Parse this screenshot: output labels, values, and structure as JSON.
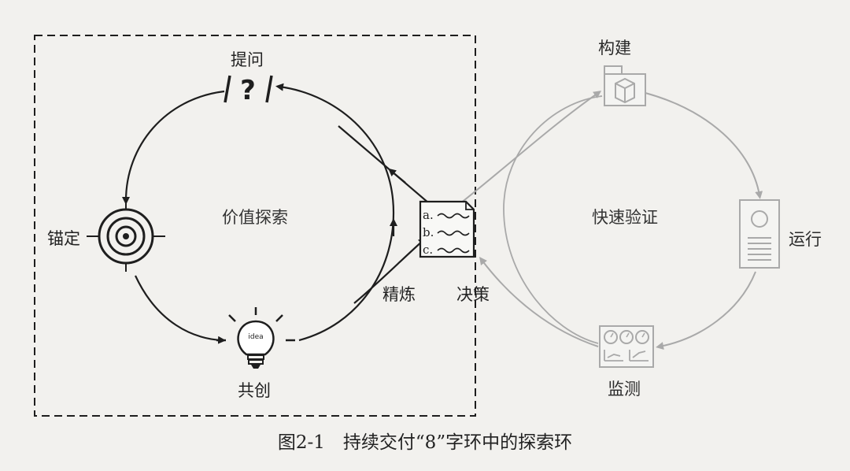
{
  "diagram": {
    "left_loop": {
      "center": "价值探索",
      "nodes": {
        "ask": "提问",
        "anchor": "锚定",
        "cocreate": "共创",
        "refine": "精炼"
      }
    },
    "decision": {
      "label": "决策",
      "options": [
        "a.",
        "b.",
        "c."
      ]
    },
    "right_loop": {
      "center": "快速验证",
      "nodes": {
        "build": "构建",
        "run": "运行",
        "monitor": "监测"
      }
    },
    "bulb_text": "idea"
  },
  "caption": "图2-1　持续交付“8”字环中的探索环",
  "colors": {
    "ink": "#1e1e1e",
    "faded": "#a9a9a9",
    "paper": "#f2f1ee"
  }
}
